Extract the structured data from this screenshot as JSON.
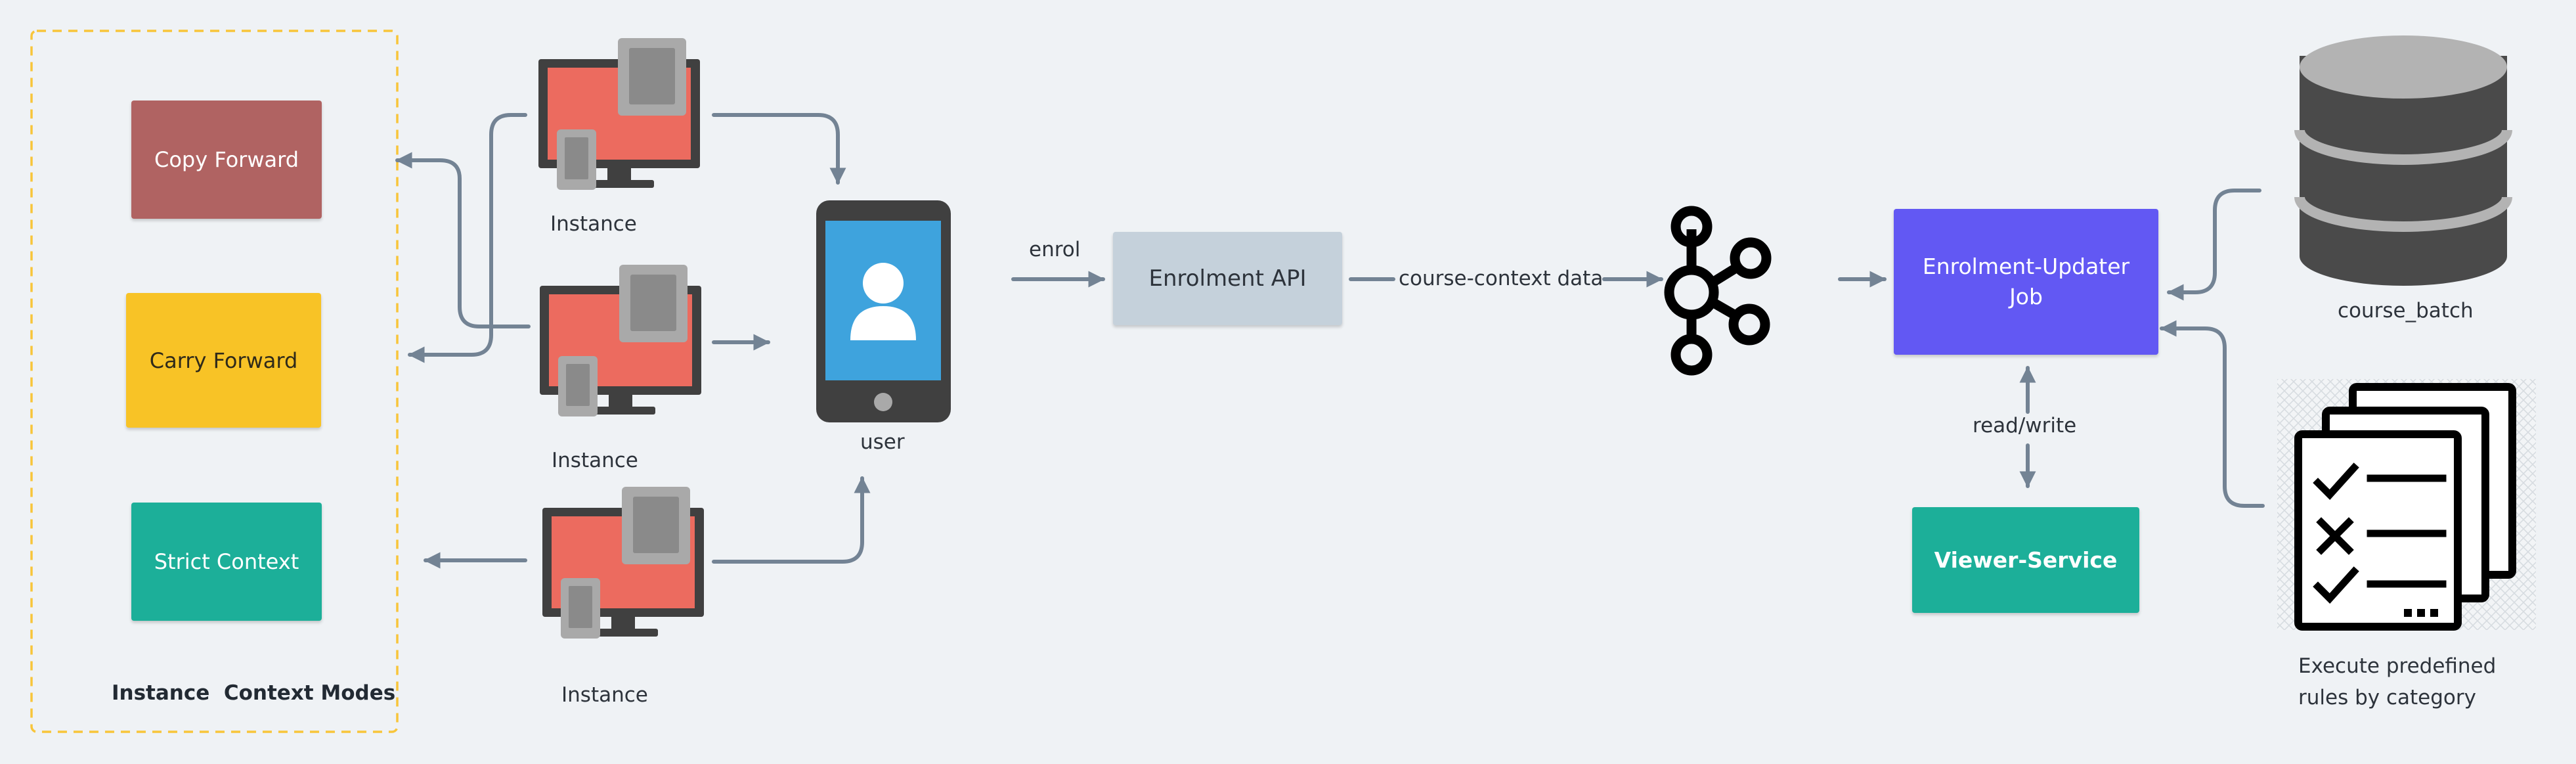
{
  "modes": {
    "title": "Instance  Context Modes",
    "items": [
      {
        "label": "Copy Forward",
        "color": "#b06362"
      },
      {
        "label": "Carry Forward",
        "color": "#f8c326"
      },
      {
        "label": "Strict Context",
        "color": "#1caf99"
      }
    ]
  },
  "instances": [
    "Instance",
    "Instance",
    "Instance"
  ],
  "user_label": "user",
  "edges": {
    "enrol": "enrol",
    "course_context": "course-context data",
    "read_write": "read/write"
  },
  "enrolment_api": {
    "label": "Enrolment API",
    "color": "#c5d1db"
  },
  "updater_job": {
    "label": "Enrolment-Updater Job",
    "line1": "Enrolment-Updater",
    "line2": "Job",
    "color": "#6258f3"
  },
  "viewer_service": {
    "label": "Viewer-Service",
    "color": "#1caf99"
  },
  "course_batch": "course_batch",
  "rules": {
    "line1": "Execute predefined",
    "line2": "rules by category"
  },
  "colors": {
    "arrow": "#738394",
    "dashed_border": "#f8c53a",
    "monitor_frame": "#404040",
    "monitor_screen": "#ec6b5f",
    "device_gray": "#a9a9a9",
    "phone_screen": "#3ea3dd",
    "database": "#4a4a4a",
    "database_top": "#b3b3b3"
  },
  "icons": [
    "monitor-devices-icon",
    "smartphone-user-icon",
    "kafka-icon",
    "database-icon",
    "checklist-documents-icon"
  ]
}
